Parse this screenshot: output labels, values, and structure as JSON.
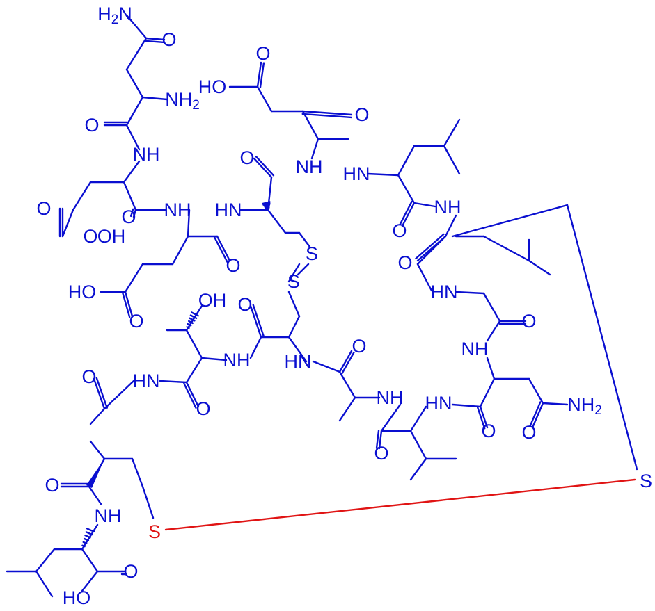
{
  "structure": {
    "colors": {
      "peptide": "#0a0fd0",
      "thioether": "#e01414"
    },
    "atoms": {
      "a1": {
        "text": "H",
        "sub": "2",
        "tail": "N"
      },
      "a2": {
        "text": "O"
      },
      "a3": {
        "text": "NH",
        "sub": "2"
      },
      "a4": {
        "text": "HO"
      },
      "a5": {
        "text": "O"
      },
      "a6": {
        "text": "O"
      },
      "a7": {
        "text": "NH"
      },
      "a8": {
        "text": "O"
      },
      "a9": {
        "text": "NH"
      },
      "a10": {
        "text": "O"
      },
      "a11": {
        "text": "O"
      },
      "a12": {
        "text": "HN"
      },
      "a13": {
        "text": "NH"
      },
      "a14": {
        "text": "HN"
      },
      "a15": {
        "text": "O"
      },
      "a16": {
        "text": "NH"
      },
      "a17": {
        "text": "O"
      },
      "a18": {
        "text": "OH"
      },
      "a19": {
        "text": "O"
      },
      "a20": {
        "text": "O"
      },
      "a21": {
        "text": "S"
      },
      "a22": {
        "text": "O"
      },
      "a23": {
        "text": "S"
      },
      "a24": {
        "text": "HO"
      },
      "a25": {
        "text": "HN"
      },
      "a26": {
        "text": "O"
      },
      "a27": {
        "text": "OH"
      },
      "a28": {
        "text": "O"
      },
      "a29": {
        "text": "O"
      },
      "a30": {
        "text": "NH"
      },
      "a31": {
        "text": "HN"
      },
      "a32": {
        "text": "O"
      },
      "a33": {
        "text": "NH"
      },
      "a34": {
        "text": "O"
      },
      "a35": {
        "text": "HN"
      },
      "a36": {
        "text": "NH"
      },
      "a37": {
        "text": "HN"
      },
      "a38": {
        "text": "O"
      },
      "a39": {
        "text": "NH",
        "sub": "2"
      },
      "a40": {
        "text": "O"
      },
      "a41": {
        "text": "O"
      },
      "a42": {
        "text": "O"
      },
      "a43": {
        "text": "O"
      },
      "a44": {
        "text": "S"
      },
      "a45": {
        "text": "NH"
      },
      "a46": {
        "text": "S"
      },
      "a47": {
        "text": "O"
      },
      "a48": {
        "text": "HO"
      }
    }
  }
}
